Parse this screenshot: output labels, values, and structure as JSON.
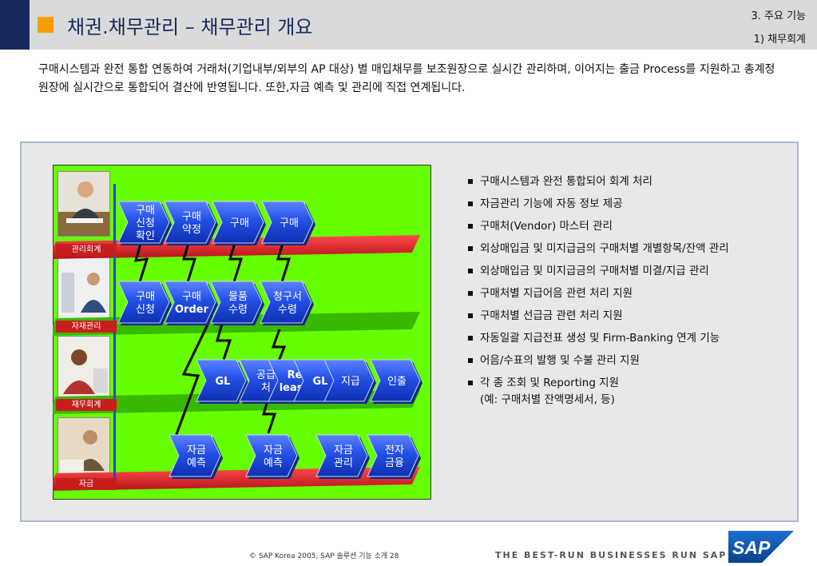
{
  "header": {
    "title": "채권.채무관리 – 채무관리 개요",
    "section": "3. 주요 기능",
    "subsection": "1) 채무회계"
  },
  "intro": "구매시스템과 완전 통합 연동하여 거래처(기업내부/외부의 AP 대상) 별  매입채무를 보조원장으로 실시간 관리하며, 이어지는 출금 Process를 지원하고 총계정원장에 실시간으로 통합되어 결산에 반영됩니다. 또한,자금 예측 및 관리에 직접 연계됩니다.",
  "bands": [
    "관리회계",
    "자재관리",
    "재무회계",
    "자금"
  ],
  "flow": {
    "row1": [
      {
        "l1": "구매",
        "l2": "신청",
        "l3": "확인"
      },
      {
        "l1": "구매",
        "l2": "약정"
      },
      {
        "l1": "구매"
      },
      {
        "l1": "구매"
      }
    ],
    "row2": [
      {
        "l1": "구매",
        "l2": "신청"
      },
      {
        "l1": "구매",
        "l2": "Order"
      },
      {
        "l1": "물품",
        "l2": "수령"
      },
      {
        "l1": "청구서",
        "l2": "수령"
      }
    ],
    "row3": [
      {
        "l1": "GL"
      },
      {
        "l1": "공급",
        "l2": "처"
      },
      {
        "l1": "Re",
        "l2": "lease"
      },
      {
        "l1": "GL"
      },
      {
        "l1": "지급"
      },
      {
        "l1": "인출"
      }
    ],
    "row4": [
      {
        "l1": "자금",
        "l2": "예측"
      },
      {
        "l1": "자금",
        "l2": "예측"
      },
      {
        "l1": "자금",
        "l2": "관리"
      },
      {
        "l1": "전자",
        "l2": "금융"
      }
    ]
  },
  "bullets": [
    "구매시스템과 완전 통합되어 회계 처리",
    "자금관리 기능에 자동 정보 제공",
    "구매처(Vendor) 마스터 관리",
    "외상매입금 및 미지급금의 구매처별 개별항목/잔액 관리",
    "외상매입금 및 미지급금의 구매처별 미결/지급 관리",
    "구매처별 지급어음 관련 처리 지원",
    "구매처별 선급금 관련 처리 지원",
    "자동일괄 지급전표 생성 및 Firm-Banking 연계 기능",
    "어음/수표의 발행 및 수불 관리 지원",
    "각 종 조회 및 Reporting 지원"
  ],
  "bullet_note": "(예: 구매처별 잔액명세서, 등)",
  "footer": {
    "copyright": "©  SAP Korea 2005, SAP 솔루션 기능 소개   28",
    "tagline": "THE BEST-RUN BUSINESSES RUN SAP",
    "logo": "SAP"
  },
  "colors": {
    "navy": "#16295a",
    "accent": "#f5a000",
    "green": "#66ff00",
    "box": "#1f49d6",
    "band": "#e0202a"
  }
}
